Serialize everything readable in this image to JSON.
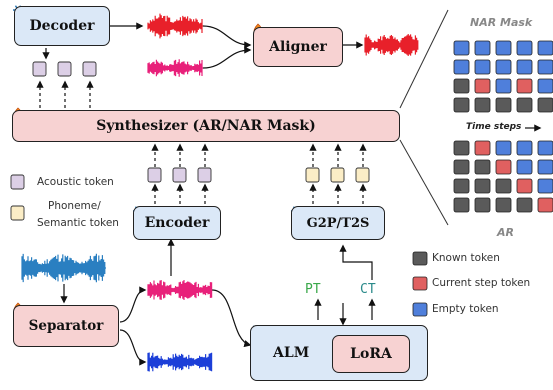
{
  "modules": {
    "decoder": "Decoder",
    "aligner": "Aligner",
    "synthesizer": "Synthesizer (AR/NAR Mask)",
    "encoder": "Encoder",
    "g2p": "G2P/T2S",
    "separator": "Separator",
    "alm": "ALM",
    "lora": "LoRA"
  },
  "labels": {
    "pt": "PT",
    "ct": "CT",
    "time_steps": "Time steps"
  },
  "token_legend": {
    "acoustic": "Acoustic token",
    "phoneme_1": "Phoneme/",
    "phoneme_2": "Semantic token"
  },
  "mask_legend": {
    "known": "Known token",
    "current": "Current step token",
    "empty": "Empty token"
  },
  "mask_titles": {
    "nar": "NAR Mask",
    "ar": "AR"
  },
  "colors": {
    "known": "#5a5a5a",
    "current": "#e06060",
    "empty": "#4f7fdb",
    "acoustic_token": "#dccfe6",
    "phoneme_token": "#fbedc6",
    "blue_box": "#dbe8f7",
    "pink_box": "#f7d2d2",
    "wave_red": "#e8202a",
    "wave_pink": "#e8207a",
    "wave_blue": "#1c3fd8",
    "wave_teal": "#2a7fc1"
  },
  "nar_grid": [
    [
      "empty",
      "empty",
      "empty",
      "empty",
      "empty"
    ],
    [
      "empty",
      "empty",
      "empty",
      "empty",
      "empty"
    ],
    [
      "known",
      "current",
      "empty",
      "current",
      "empty"
    ],
    [
      "known",
      "known",
      "known",
      "known",
      "known"
    ]
  ],
  "ar_grid": [
    [
      "known",
      "current",
      "empty",
      "empty",
      "empty"
    ],
    [
      "known",
      "known",
      "current",
      "empty",
      "empty"
    ],
    [
      "known",
      "known",
      "known",
      "current",
      "empty"
    ],
    [
      "known",
      "known",
      "known",
      "known",
      "current"
    ]
  ]
}
